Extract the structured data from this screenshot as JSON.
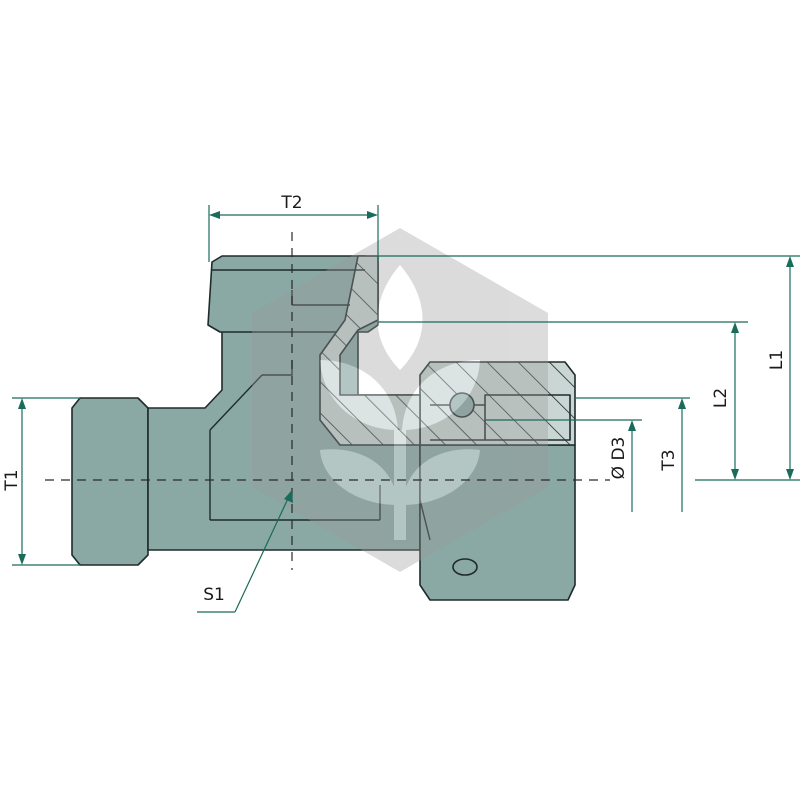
{
  "colors": {
    "part_fill": "#8aa8a4",
    "part_fill_dark": "#6f8f8b",
    "section_fill": "#c9d6d3",
    "outline": "#1f2b2b",
    "dimension_line": "#1a6b5a",
    "centerline": "#2a2a2a",
    "watermark": "#9a9a9a",
    "background": "#ffffff"
  },
  "dimensions": {
    "t1": "T1",
    "t2": "T2",
    "t3": "T3",
    "l1": "L1",
    "l2": "L2",
    "d3": "Ø D3",
    "s1": "S1"
  },
  "watermark": {
    "icon": "leaf-logo-icon"
  }
}
